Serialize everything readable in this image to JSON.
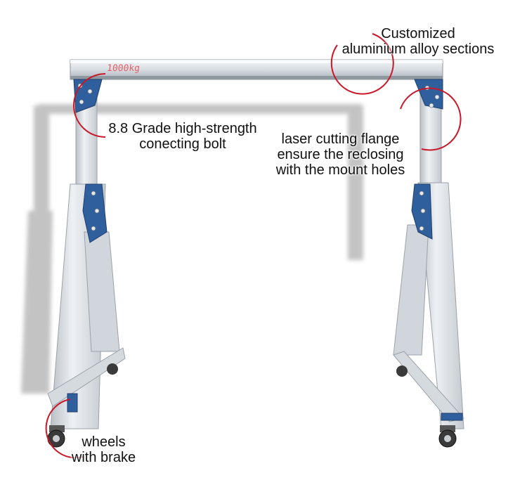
{
  "image": {
    "beam_marking": "1000kg",
    "callouts": {
      "top_right": {
        "line1": "Customized",
        "line2": "aluminium alloy sections"
      },
      "top_left": {
        "line1": "8.8 Grade high-strength",
        "line2": "conecting bolt"
      },
      "right_middle": {
        "line1": "laser cutting flange",
        "line2": "ensure the reclosing",
        "line3": "with the mount holes"
      },
      "bottom_left": {
        "line1": "wheels",
        "line2": "with brake"
      }
    },
    "colors": {
      "aluminium": "#d7dce1",
      "aluminium_dark": "#9aa2aa",
      "bracket_blue": "#2f5f9c",
      "callout_red": "#c8182a",
      "shadow": "#b8b8b8"
    }
  }
}
